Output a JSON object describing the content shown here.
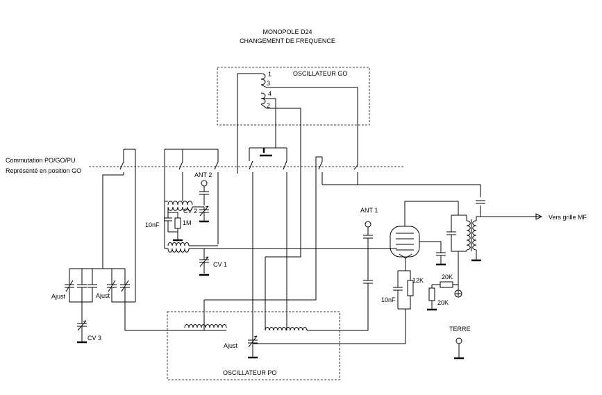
{
  "title": {
    "line1": "MONOPOLE D24",
    "line2": "CHANGEMENT DE FREQUENCE"
  },
  "boxes": {
    "go_oscillator": "OSCILLATEUR GO",
    "po_oscillator": "OSCILLATEUR PO"
  },
  "coil_taps": [
    "1",
    "3",
    "4",
    "2"
  ],
  "switch_legend": {
    "line1": "Commutation PO/GO/PU",
    "line2": "Représenté en position GO"
  },
  "labels": {
    "ant2": "ANT 2",
    "ant1": "ANT 1",
    "cv1": "CV 1",
    "cv2": "CV 2",
    "cv3": "CV 3",
    "c10nf_left": "10nF",
    "r1m": "1M",
    "ajust_left": "Ajust",
    "ajust_mid": "Ajust",
    "ajust_po": "Ajust",
    "r12k": "12K",
    "c10nf_right": "10nF",
    "r20k_a": "20K",
    "r20k_b": "20K",
    "terre": "TERRE",
    "output": "Vers grille MF"
  },
  "colors": {
    "line": "#000000",
    "background": "#ffffff"
  }
}
